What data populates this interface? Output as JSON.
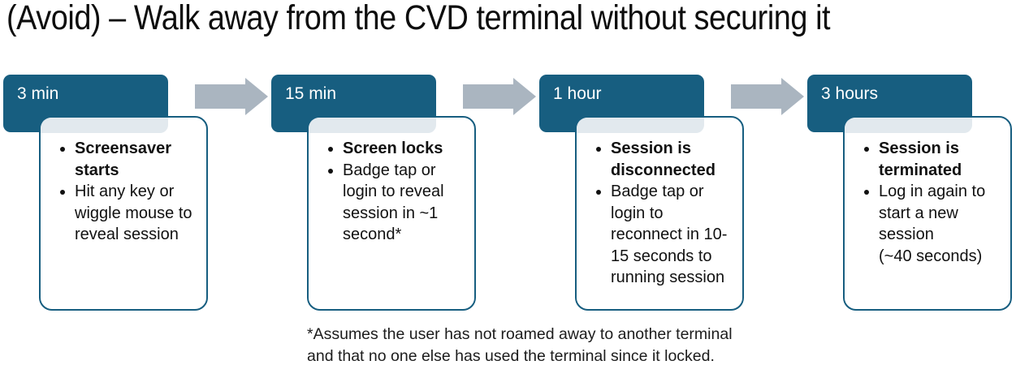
{
  "title": "(Avoid) – Walk away from the CVD terminal without securing it",
  "colors": {
    "teal": "#175E80",
    "band": "#E2E9EE",
    "arrow": "#AAB5C0",
    "text": "#111111"
  },
  "stages": [
    {
      "time": "3 min",
      "bullets": [
        "Screensaver starts",
        "Hit any key or wiggle mouse to reveal session"
      ]
    },
    {
      "time": "15 min",
      "bullets": [
        "Screen locks",
        "Badge tap or login to reveal session in ~1 second*"
      ]
    },
    {
      "time": "1 hour",
      "bullets": [
        "Session is disconnected",
        "Badge tap or login to reconnect in 10-15 seconds to running session"
      ]
    },
    {
      "time": "3 hours",
      "bullets": [
        "Session is terminated",
        "Log in again to start a new session\n(~40 seconds)"
      ]
    }
  ],
  "footnote": "*Assumes the user has not roamed away to another terminal\nand that no one else has used the terminal since it locked."
}
